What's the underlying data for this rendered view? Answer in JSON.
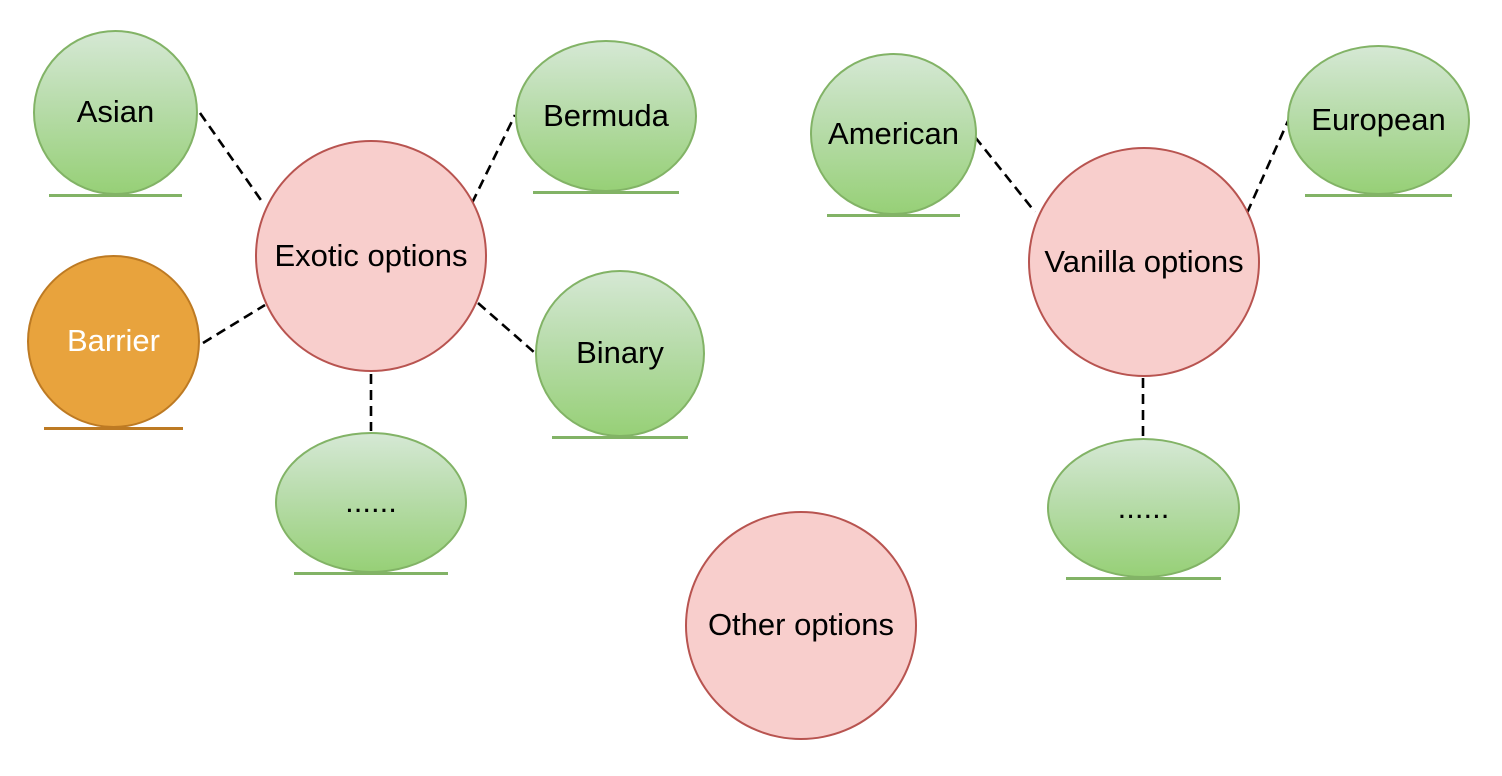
{
  "diagram": {
    "title_none_shown": "",
    "nodes": {
      "asian": {
        "label": "Asian",
        "role": "satellite",
        "color": "green",
        "underlined": true
      },
      "barrier": {
        "label": "Barrier",
        "role": "satellite",
        "color": "orange",
        "underlined": true
      },
      "exotic": {
        "label": "Exotic options",
        "role": "hub",
        "color": "pink",
        "underlined": false
      },
      "bermuda": {
        "label": "Bermuda",
        "role": "satellite",
        "color": "green",
        "underlined": true
      },
      "binary": {
        "label": "Binary",
        "role": "satellite",
        "color": "green",
        "underlined": true
      },
      "dots_exotic": {
        "label": "......",
        "role": "satellite",
        "color": "green",
        "underlined": true
      },
      "other": {
        "label": "Other options",
        "role": "hub",
        "color": "pink",
        "underlined": false
      },
      "american": {
        "label": "American",
        "role": "satellite",
        "color": "green",
        "underlined": true
      },
      "vanilla": {
        "label": "Vanilla options",
        "role": "hub",
        "color": "pink",
        "underlined": false
      },
      "european": {
        "label": "European",
        "role": "satellite",
        "color": "green",
        "underlined": true
      },
      "dots_vanilla": {
        "label": "......",
        "role": "satellite",
        "color": "green",
        "underlined": true
      }
    },
    "edges": [
      {
        "from": "asian",
        "to": "exotic",
        "style": "dashed"
      },
      {
        "from": "barrier",
        "to": "exotic",
        "style": "dashed"
      },
      {
        "from": "bermuda",
        "to": "exotic",
        "style": "dashed"
      },
      {
        "from": "binary",
        "to": "exotic",
        "style": "dashed"
      },
      {
        "from": "dots_exotic",
        "to": "exotic",
        "style": "dashed"
      },
      {
        "from": "american",
        "to": "vanilla",
        "style": "dashed"
      },
      {
        "from": "european",
        "to": "vanilla",
        "style": "dashed"
      },
      {
        "from": "dots_vanilla",
        "to": "vanilla",
        "style": "dashed"
      }
    ],
    "colors": {
      "background": "#ffffff",
      "satellite_fill_top": "#d5e8d4",
      "satellite_fill_bottom": "#97d077",
      "satellite_border": "#82b366",
      "hub_fill": "#f8cecc",
      "hub_border": "#b85450",
      "barrier_fill": "#e8a33d",
      "barrier_border": "#bd7a23",
      "edge": "#000000",
      "text": "#000000",
      "barrier_text": "#ffffff"
    }
  }
}
